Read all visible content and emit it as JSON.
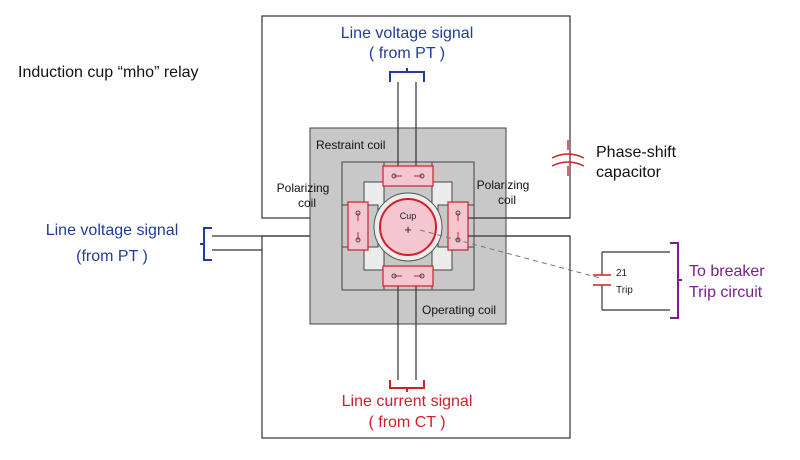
{
  "title": "Induction cup “mho” relay",
  "top_signal": {
    "line1": "Line voltage signal",
    "line2": "( from PT )"
  },
  "left_signal": {
    "line1": "Line voltage signal",
    "line2": "(from PT )"
  },
  "bottom_signal": {
    "line1": "Line current signal",
    "line2": "( from CT )"
  },
  "capacitor": {
    "line1": "Phase-shift",
    "line2": "capacitor"
  },
  "coils": {
    "restraint": "Restraint coil",
    "operating": "Operating coil",
    "polarizing_left_1": "Polarizing",
    "polarizing_left_2": "coil",
    "polarizing_right_1": "Polarizing",
    "polarizing_right_2": "coil"
  },
  "cup": {
    "label": "Cup",
    "symbol": "+"
  },
  "trip_contact": {
    "number": "21",
    "label": "Trip"
  },
  "breaker": {
    "line1": "To breaker",
    "line2": "Trip circuit"
  },
  "colors": {
    "voltage_signal": "#1f3d99",
    "current_signal": "#d21f2a",
    "breaker": "#7a1f8c",
    "coil_fill": "#f4c6cf",
    "coil_stroke": "#d21f2a",
    "core_fill": "#c8c8c8",
    "pole_fill": "#ececec",
    "cup_fill": "#f4c6cf"
  }
}
